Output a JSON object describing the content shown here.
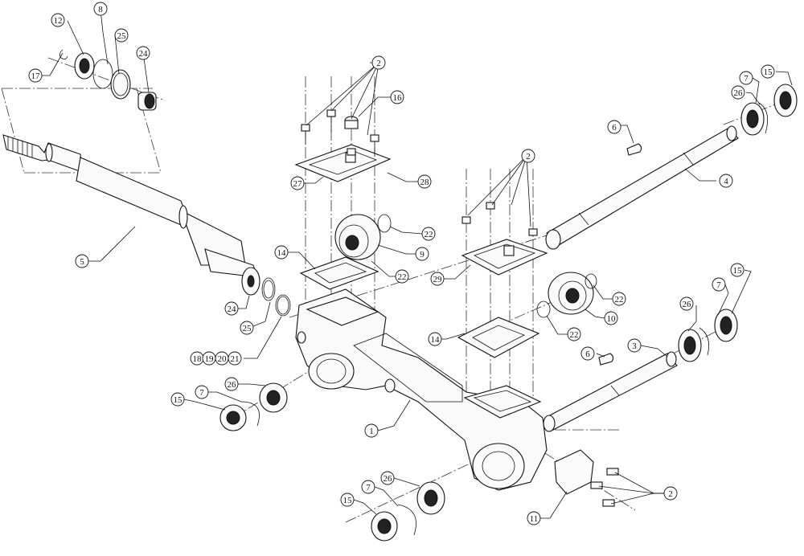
{
  "callouts": {
    "b1": "1",
    "b2a": "2",
    "b2b": "2",
    "b2c": "2",
    "b3": "3",
    "b4": "4",
    "b5": "5",
    "b6a": "6",
    "b6b": "6",
    "b7a": "7",
    "b7b": "7",
    "b7c": "7",
    "b7d": "7",
    "b8": "8",
    "b9": "9",
    "b10": "10",
    "b11": "11",
    "b12": "12",
    "b14a": "14",
    "b14b": "14",
    "b15a": "15",
    "b15b": "15",
    "b15c": "15",
    "b15d": "15",
    "b16": "16",
    "b17": "17",
    "b18": "18",
    "b19": "19",
    "b20": "20",
    "b21": "21",
    "b22a": "22",
    "b22b": "22",
    "b22c": "22",
    "b22d": "22",
    "b24a": "24",
    "b24b": "24",
    "b25a": "25",
    "b25b": "25",
    "b26a": "26",
    "b26b": "26",
    "b26c": "26",
    "b26d": "26",
    "b27": "27",
    "b28": "28",
    "b29": "29"
  }
}
